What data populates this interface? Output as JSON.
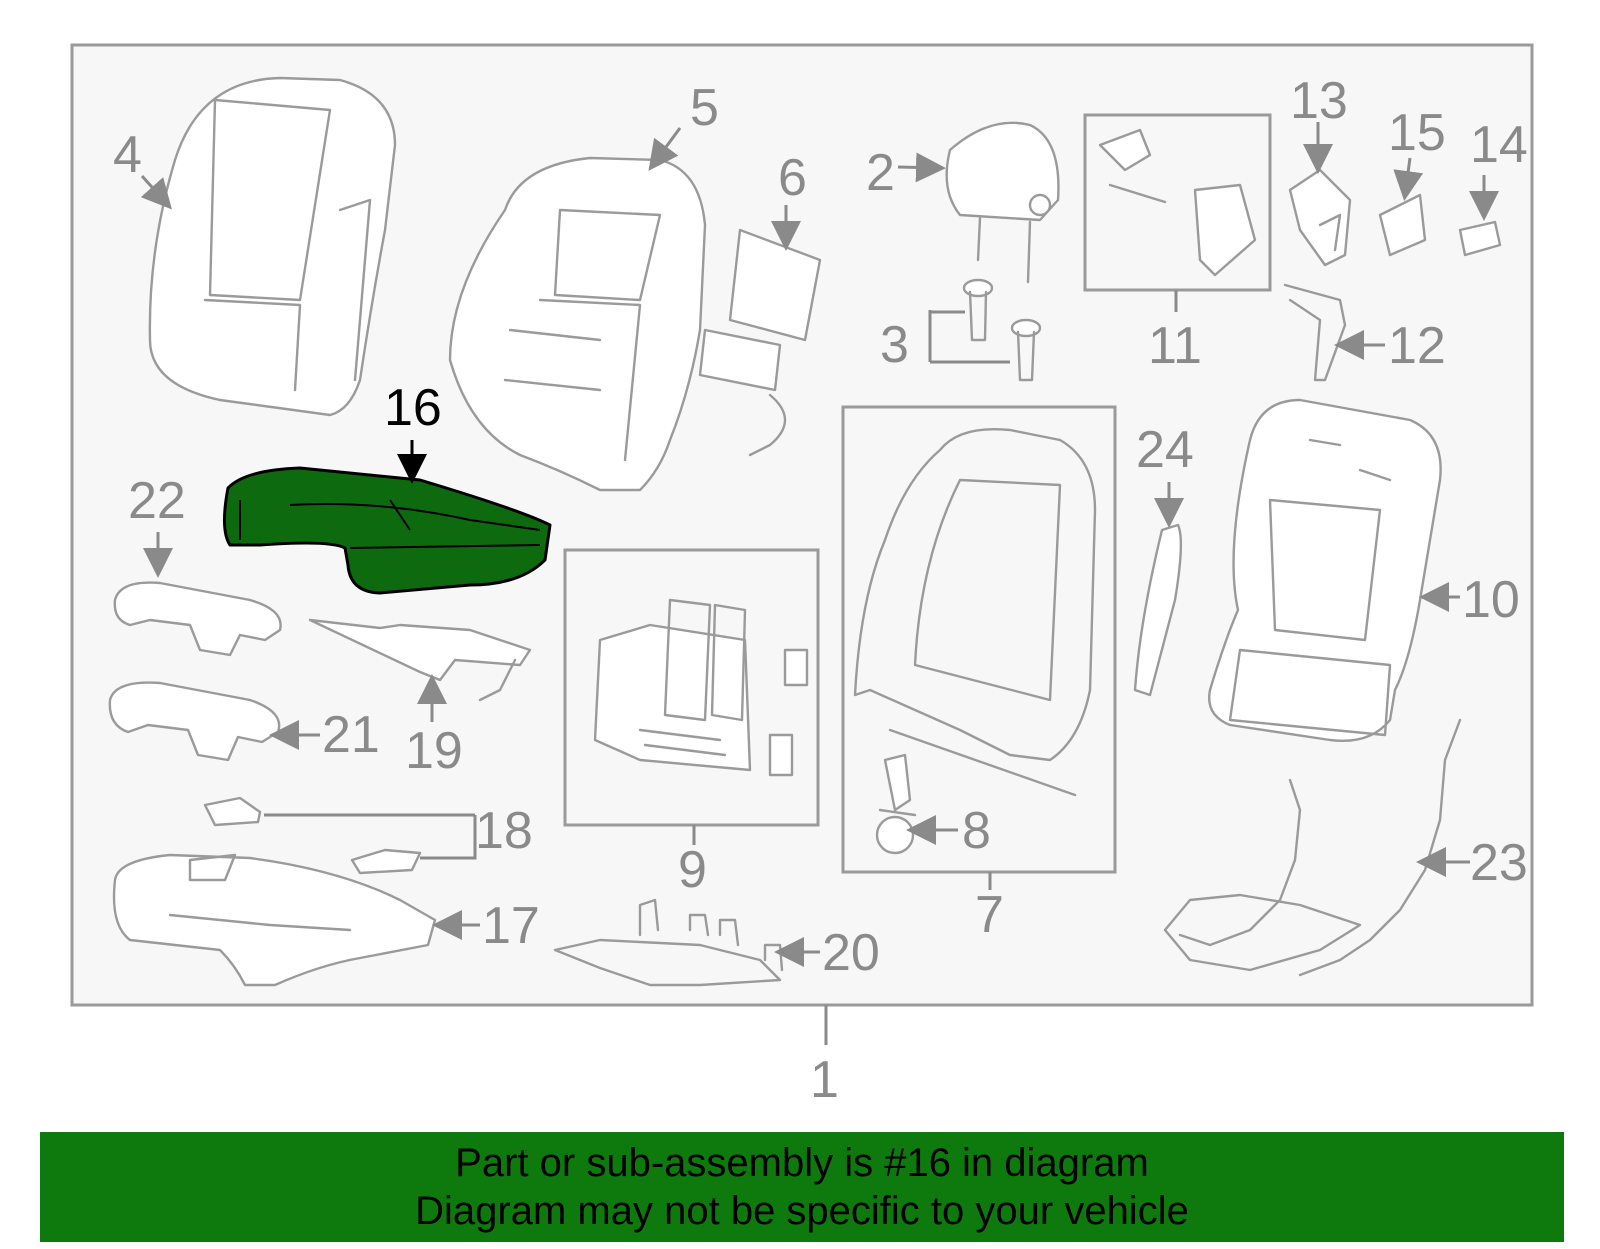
{
  "diagram": {
    "callouts": {
      "c1": "1",
      "c2": "2",
      "c3": "3",
      "c4": "4",
      "c5": "5",
      "c6": "6",
      "c7": "7",
      "c8": "8",
      "c9": "9",
      "c10": "10",
      "c11": "11",
      "c12": "12",
      "c13": "13",
      "c14": "14",
      "c15": "15",
      "c16": "16",
      "c17": "17",
      "c18": "18",
      "c19": "19",
      "c20": "20",
      "c21": "21",
      "c22": "22",
      "c23": "23",
      "c24": "24"
    },
    "highlight_color": "#0e6a0e",
    "line_color": "#9a9a9a",
    "frame_background": "#f7f7f7"
  },
  "banner": {
    "line1": "Part or sub-assembly is #16 in diagram",
    "line2": "Diagram may not be specific to your vehicle",
    "color": "#0e7a0e"
  }
}
